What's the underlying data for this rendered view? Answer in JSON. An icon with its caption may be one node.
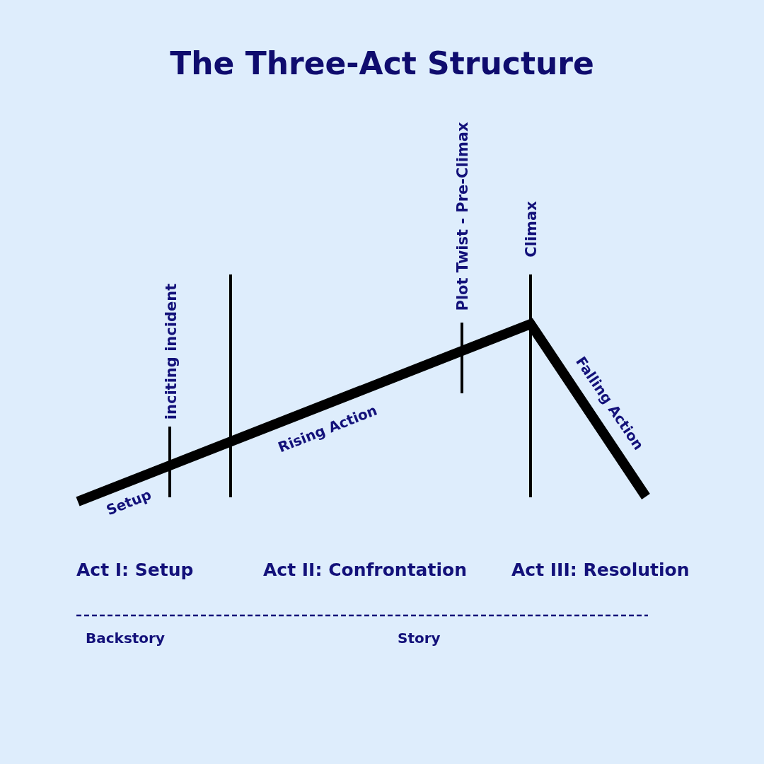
{
  "diagram": {
    "title": "The Three-Act Structure",
    "labels": [
      "Plot Twist - Pre-Climax",
      "Climax",
      "inciting incident",
      "Falling Action",
      "Rising Action",
      "Setup",
      "Act I: Setup",
      "Act II: Confrontation",
      "Act III: Resolution",
      "Backstory",
      "Story"
    ]
  }
}
